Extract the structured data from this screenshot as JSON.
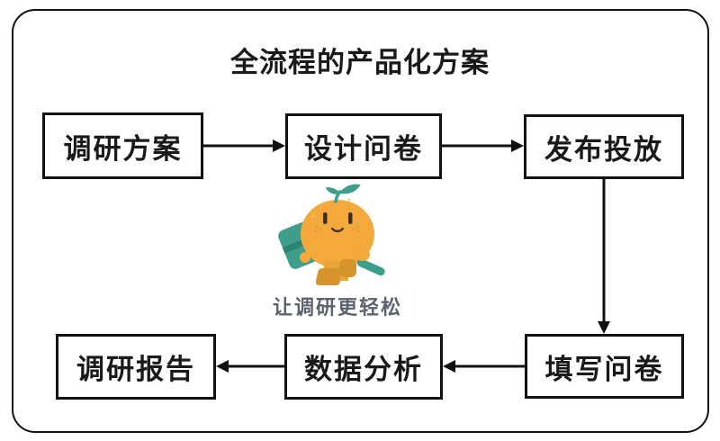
{
  "title": "全流程的产品化方案",
  "flow": {
    "nodes": [
      {
        "id": "plan",
        "label": "调研方案"
      },
      {
        "id": "design",
        "label": "设计问卷"
      },
      {
        "id": "publish",
        "label": "发布投放"
      },
      {
        "id": "fill",
        "label": "填写问卷"
      },
      {
        "id": "analyze",
        "label": "数据分析"
      },
      {
        "id": "report",
        "label": "调研报告"
      }
    ],
    "edges": [
      {
        "from": "调研方案",
        "to": "设计问卷",
        "direction": "right"
      },
      {
        "from": "设计问卷",
        "to": "发布投放",
        "direction": "right"
      },
      {
        "from": "发布投放",
        "to": "填写问卷",
        "direction": "down"
      },
      {
        "from": "填写问卷",
        "to": "数据分析",
        "direction": "left"
      },
      {
        "from": "数据分析",
        "to": "调研报告",
        "direction": "left"
      }
    ]
  },
  "mascot": {
    "description": "orange fruit character with leaf sprout, carrying teal notebook and pencil",
    "caption": "让调研更轻松",
    "colors": {
      "body_orange": "#F4A93C",
      "boot_ochre": "#D6952C",
      "leaf_teal": "#3F9D8C",
      "teal_dark": "#2E8374",
      "face_dark": "#3A2E1F",
      "caption_gray": "#5C6370"
    }
  },
  "colors": {
    "background": "#FFFFFF",
    "line_black": "#111111",
    "text_black": "#1A1A1A"
  }
}
